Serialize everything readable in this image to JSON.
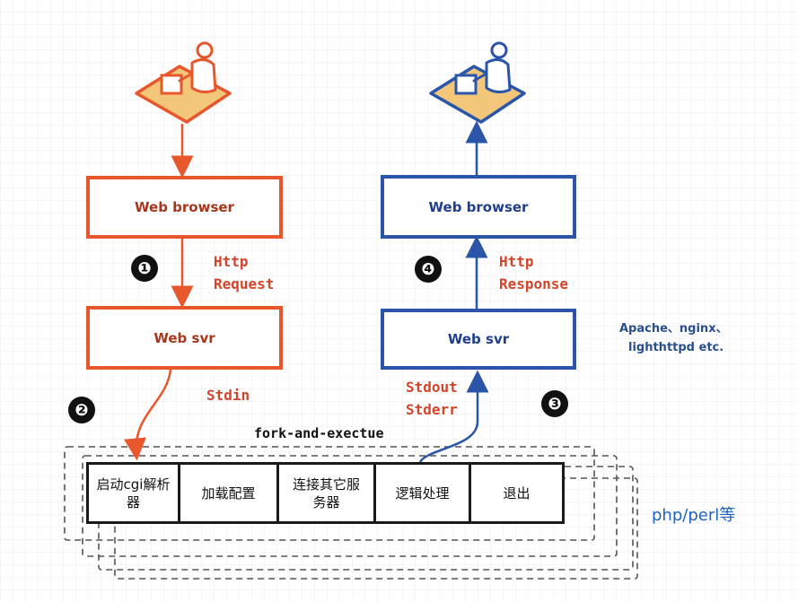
{
  "left_flow": {
    "browser_label": "Web browser",
    "server_label": "Web svr",
    "step": "❶",
    "request_lines": [
      "Http",
      "Request"
    ],
    "stdin_label": "Stdin"
  },
  "right_flow": {
    "browser_label": "Web browser",
    "server_label": "Web svr",
    "step": "❹",
    "response_lines": [
      "Http",
      "Response"
    ],
    "stdout_lines": [
      "Stdout",
      "Stderr"
    ]
  },
  "step2": "❷",
  "step3": "❸",
  "server_note_lines": [
    "Apache、nginx、",
    "lighthttpd etc."
  ],
  "fork_label": "fork-and-exectue",
  "pipeline": {
    "cells": [
      "启动cgi解析器",
      "加载配置",
      "连接其它服务器",
      "逻辑处理",
      "退出"
    ]
  },
  "php_note": "php/perl等",
  "colors": {
    "request": "#e8562b",
    "response": "#2a55a8",
    "pipeline_border": "#1a1a1a"
  },
  "icons": [
    "user-at-computer-icon-orange",
    "user-at-computer-icon-blue",
    "mouse-cursor-icon"
  ]
}
